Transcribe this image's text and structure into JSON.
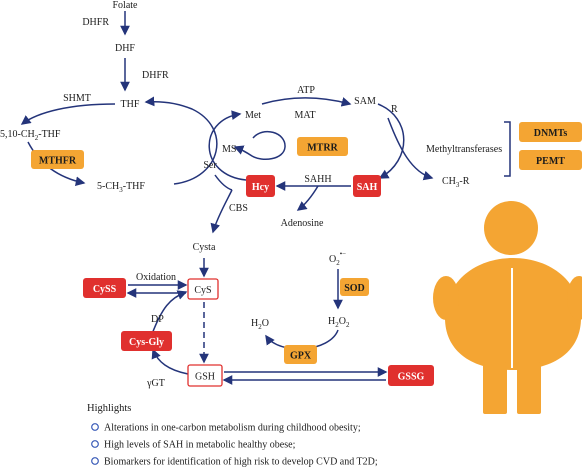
{
  "pathway": {
    "folate": "Folate",
    "dhfr_1": "DHFR",
    "dhf": "DHF",
    "dhfr_2": "DHFR",
    "thf": "THF",
    "shmt": "SHMT",
    "ch2_thf_prefix": "5,10-CH",
    "ch2_thf_sub": "2",
    "ch2_thf_suffix": "-THF",
    "mthfr": "MTHFR",
    "ch3_thf_prefix": "5-CH",
    "ch3_thf_sub": "3",
    "ch3_thf_suffix": "-THF",
    "met": "Met",
    "ms": "MS",
    "mtrr": "MTRR",
    "atp": "ATP",
    "mat": "MAT",
    "sam": "SAM",
    "r": "R",
    "methyltransferases": "Methyltransferases",
    "ch3r_prefix": "CH",
    "ch3r_sub": "3",
    "ch3r_suffix": "-R",
    "dnmts": "DNMTs",
    "pemt": "PEMT",
    "sah": "SAH",
    "sahh": "SAHH",
    "adenosine": "Adenosine",
    "hcy": "Hcy",
    "ser": "Ser",
    "cbs": "CBS",
    "cysta": "Cysta",
    "cyss": "CySS",
    "oxidation": "Oxidation",
    "cys": "CyS",
    "dp": "DP",
    "cysgly": "Cys-Gly",
    "ggt": "γGT",
    "gsh": "GSH",
    "gssg": "GSSG",
    "o2_prefix": "O",
    "o2_sub": "2",
    "o2_sup": "•−",
    "sod": "SOD",
    "h2o_prefix": "H",
    "h2o_sub": "2",
    "h2o_suffix": "O",
    "h2o2_prefix": "H",
    "h2o2_sub": "2",
    "h2o2_mid": "O",
    "h2o2_sub2": "2",
    "gpx": "GPX"
  },
  "highlights": {
    "title": "Highlights",
    "items": [
      "Alterations in one-carbon metabolism during childhood obesity;",
      "High levels of SAH in metabolic healthy obese;",
      "Biomarkers for identification of high risk to develop CVD and T2D;"
    ]
  },
  "colors": {
    "arrow": "#24347a",
    "orange_box": "#f4a533",
    "red_box": "#e0302e",
    "figure": "#f4a533",
    "text": "#1c1c1c"
  },
  "icons": {
    "figure": "obese-child-figure",
    "bullet": "circle-bullet"
  }
}
